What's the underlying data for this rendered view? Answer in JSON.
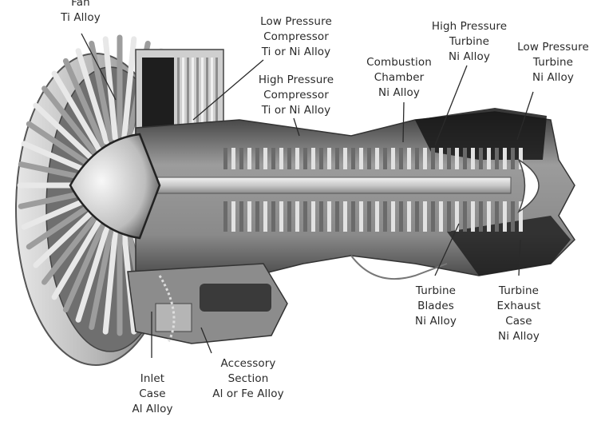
{
  "diagram": {
    "subject": "Turbofan jet engine cutaway with component materials",
    "colors": {
      "background": "#ffffff",
      "text": "#2a2a2a",
      "metal_light": "#d8d8d8",
      "metal_mid": "#9a9a9a",
      "metal_dark": "#2b2b2b"
    },
    "labels": [
      {
        "id": "fan",
        "lines": [
          "Fan",
          "Ti Alloy"
        ]
      },
      {
        "id": "low-pressure-compressor",
        "lines": [
          "Low Pressure",
          "Compressor",
          "Ti or Ni Alloy"
        ]
      },
      {
        "id": "high-pressure-compressor",
        "lines": [
          "High Pressure",
          "Compressor",
          "Ti or Ni Alloy"
        ]
      },
      {
        "id": "combustion-chamber",
        "lines": [
          "Combustion",
          "Chamber",
          "Ni Alloy"
        ]
      },
      {
        "id": "high-pressure-turbine",
        "lines": [
          "High Pressure",
          "Turbine",
          "Ni Alloy"
        ]
      },
      {
        "id": "low-pressure-turbine",
        "lines": [
          "Low Pressure",
          "Turbine",
          "Ni Alloy"
        ]
      },
      {
        "id": "turbine-blades",
        "lines": [
          "Turbine",
          "Blades",
          "Ni Alloy"
        ]
      },
      {
        "id": "turbine-exhaust-case",
        "lines": [
          "Turbine",
          "Exhaust",
          "Case",
          "Ni Alloy"
        ]
      },
      {
        "id": "inlet-case",
        "lines": [
          "Inlet",
          "Case",
          "Al Alloy"
        ]
      },
      {
        "id": "accessory-section",
        "lines": [
          "Accessory",
          "Section",
          "Al or Fe Alloy"
        ]
      }
    ]
  }
}
